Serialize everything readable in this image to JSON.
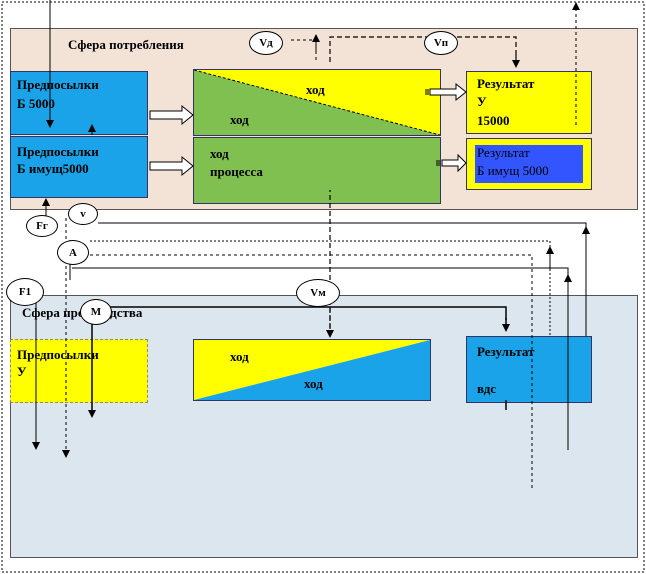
{
  "consumption": {
    "title": "Сфера потребления",
    "prereq1": {
      "line1": "Предпосылки",
      "line2": "Б 5000"
    },
    "prereq2": {
      "line1": "Предпосылки",
      "line2": "Б имущ5000"
    },
    "process1": {
      "top_label": "ход",
      "bottom_label": "ход"
    },
    "process2": {
      "line1": "ход",
      "line2": "процесса"
    },
    "result1": {
      "line1": "Результат",
      "line2": "У",
      "line3": "15000"
    },
    "result2": {
      "line1": "Результат",
      "line2": "Б имущ  5000"
    },
    "circle_vd": "Vд",
    "circle_vp": "Vп"
  },
  "production": {
    "title": "Сфера производства",
    "prereq": {
      "line1": "Предпосылки",
      "line2": "У"
    },
    "process": {
      "top_label": "ход",
      "bottom_label": "ход"
    },
    "result": {
      "line1": "Результат",
      "line2": "вдс"
    },
    "circle_m": "M",
    "circle_vm": "Vм"
  },
  "connectors": {
    "circle_v": "v",
    "circle_fr": "Fг",
    "circle_a": "A",
    "circle_f1": "F1"
  },
  "colors": {
    "consumption_bg": "#f3e3d6",
    "production_bg": "#dce6ef",
    "blue": "#1aa3e8",
    "green": "#80c050",
    "yellow": "#ffff00",
    "royal_blue": "#3355ff"
  }
}
